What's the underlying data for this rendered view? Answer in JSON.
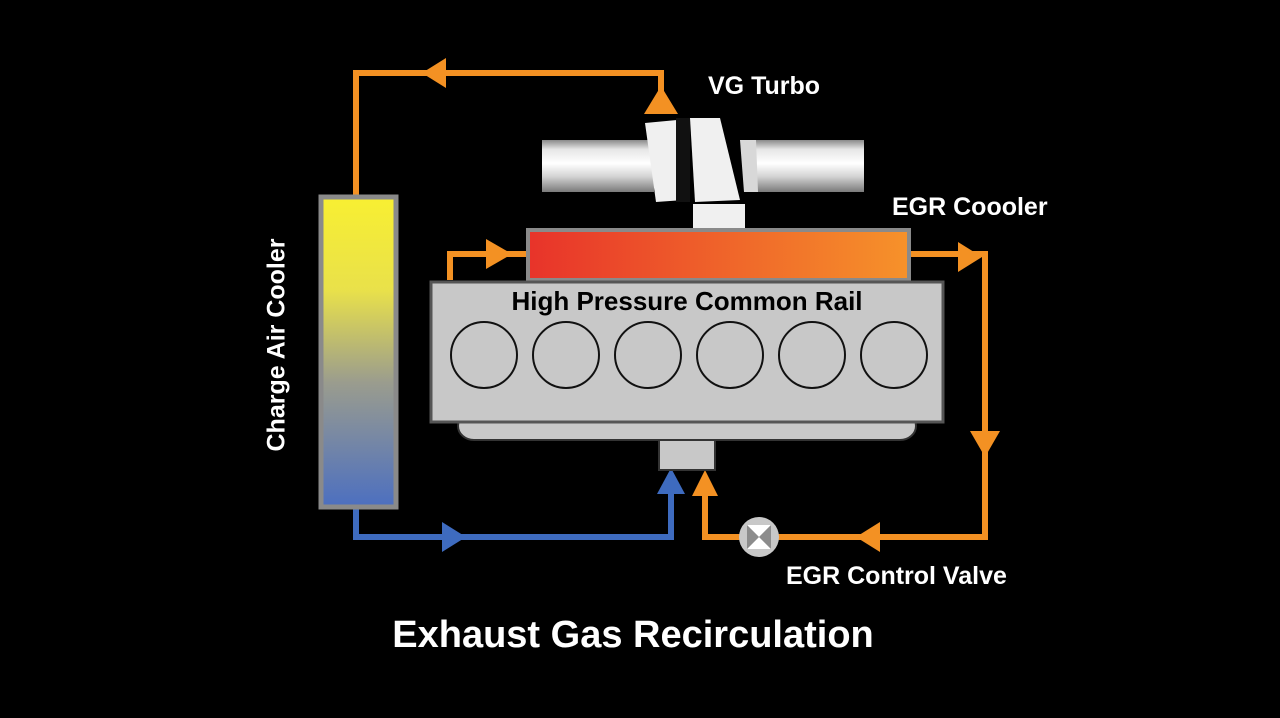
{
  "diagram": {
    "title": "Exhaust Gas Recirculation",
    "labels": {
      "vg_turbo": "VG Turbo",
      "egr_cooler": "EGR Coooler",
      "common_rail": "High Pressure Common Rail",
      "charge_air_cooler": "Charge Air Cooler",
      "egr_control_valve": "EGR Control Valve"
    },
    "cylinder_count": 6,
    "colors": {
      "background": "#000000",
      "exhaust_flow": "#f39123",
      "intake_flow": "#3e6bbf",
      "engine_block": "#c8c8c8",
      "cooler_hot": "#e8332a",
      "cooler_warm": "#f6922a",
      "charge_cooler_top": "#f8ef32",
      "charge_cooler_bottom": "#4c6fc0"
    }
  }
}
